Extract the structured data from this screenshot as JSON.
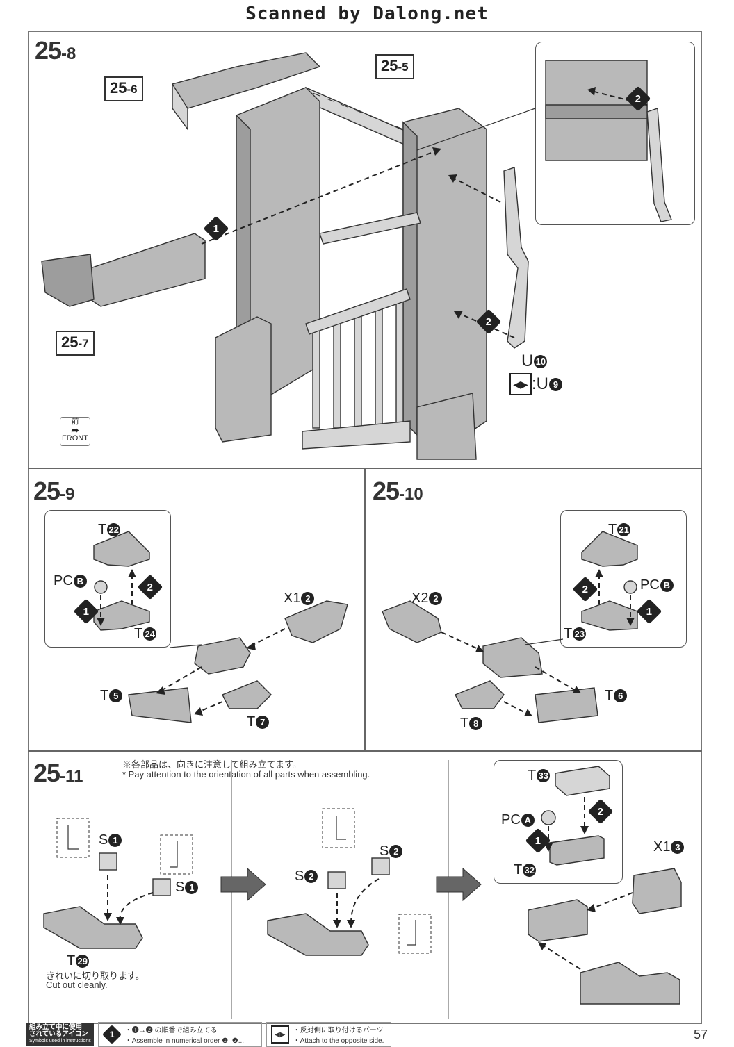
{
  "scan_banner": "Scanned by Dalong.net",
  "steps": {
    "s8": {
      "num": "25",
      "sub": "-8"
    },
    "s9": {
      "num": "25",
      "sub": "-9"
    },
    "s10": {
      "num": "25",
      "sub": "-10"
    },
    "s11": {
      "num": "25",
      "sub": "-11"
    }
  },
  "refs": {
    "r5": {
      "num": "25",
      "sub": "-5"
    },
    "r6": {
      "num": "25",
      "sub": "-6"
    },
    "r7": {
      "num": "25",
      "sub": "-7"
    }
  },
  "front_label": {
    "jp": "前",
    "en": "FRONT"
  },
  "parts": {
    "u10": {
      "letter": "U",
      "num": "10"
    },
    "u9": {
      "letter": ":U",
      "num": "9"
    },
    "t22": {
      "letter": "T",
      "num": "22"
    },
    "pcb_9": {
      "letter": "PC",
      "num": "B"
    },
    "t24": {
      "letter": "T",
      "num": "24"
    },
    "x1_2": {
      "letter": "X1",
      "num": "2"
    },
    "t5": {
      "letter": "T",
      "num": "5"
    },
    "t7": {
      "letter": "T",
      "num": "7"
    },
    "t21": {
      "letter": "T",
      "num": "21"
    },
    "pcb_10": {
      "letter": "PC",
      "num": "B"
    },
    "t23": {
      "letter": "T",
      "num": "23"
    },
    "x2_2": {
      "letter": "X2",
      "num": "2"
    },
    "t6": {
      "letter": "T",
      "num": "6"
    },
    "t8": {
      "letter": "T",
      "num": "8"
    },
    "s1a": {
      "letter": "S",
      "num": "1"
    },
    "s1b": {
      "letter": "S",
      "num": "1"
    },
    "s2a": {
      "letter": "S",
      "num": "2"
    },
    "s2b": {
      "letter": "S",
      "num": "2"
    },
    "t29": {
      "letter": "T",
      "num": "29"
    },
    "t33": {
      "letter": "T",
      "num": "33"
    },
    "pca": {
      "letter": "PC",
      "num": "A"
    },
    "t32": {
      "letter": "T",
      "num": "32"
    },
    "x1_3": {
      "letter": "X1",
      "num": "3"
    }
  },
  "order_badges": [
    "1",
    "2"
  ],
  "notes": {
    "orientation_jp": "※各部品は、向きに注意して組み立てます。",
    "orientation_en": "* Pay attention to the orientation of all parts when assembling.",
    "cut_jp": "きれいに切り取ります。",
    "cut_en": "Cut out cleanly."
  },
  "footer": {
    "legend_title_jp1": "組み立て中に使用",
    "legend_title_jp2": "されているアイコン",
    "legend_title_en": "Symbols used in instructions",
    "icon1_glyph": "1",
    "icon1_jp": "・❶→❷ の順番で組み立てる",
    "icon1_en": "・Assemble in numerical order ❶, ❷...",
    "icon2_jp": "・反対側に取り付けるパーツ",
    "icon2_en": "・Attach to the opposite side.",
    "page_number": "57"
  }
}
